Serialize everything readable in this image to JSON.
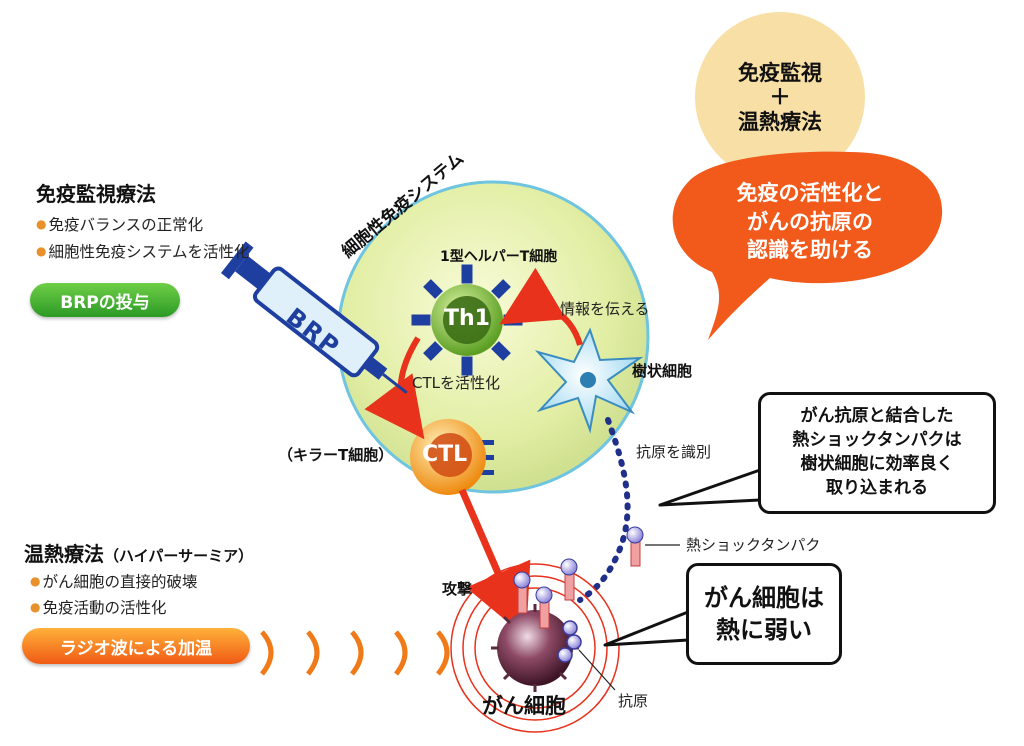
{
  "left_top": {
    "title": "免疫監視療法",
    "bullets": [
      "免疫バランスの正常化",
      "細胞性免疫システムを活性化"
    ],
    "pill": "BRPの投与"
  },
  "left_bottom": {
    "title": "温熱療法",
    "title_sub": "（ハイパーサーミア）",
    "bullets": [
      "がん細胞の直接的破壊",
      "免疫活動の活性化"
    ],
    "pill": "ラジオ波による加温"
  },
  "syringe_label": "BRP",
  "immune_system": {
    "arc_label": "細胞性免疫システム",
    "th1_name": "1型ヘルパーT細胞",
    "th1_label": "Th1",
    "info_label": "情報を伝える",
    "dendritic_label": "樹状細胞",
    "ctl_activate_label": "CTLを活性化",
    "killer_label": "（キラーT細胞）",
    "ctl_label": "CTL"
  },
  "labels": {
    "antigen_recognize": "抗原を識別",
    "hsp": "熱ショックタンパク",
    "attack": "攻撃",
    "cancer_cell": "がん細胞",
    "antigen": "抗原"
  },
  "top_circle": {
    "line1": "免疫監視",
    "line2": "＋",
    "line3": "温熱療法"
  },
  "bubble": {
    "line1": "免疫の活性化と",
    "line2": "がんの抗原の",
    "line3": "認識を助ける"
  },
  "box_hsp": {
    "line1": "がん抗原と結合した",
    "line2": "熱ショックタンパクは",
    "line3": "樹状細胞に効率良く",
    "line4": "取り込まれる"
  },
  "box_heat": {
    "line1": "がん細胞は",
    "line2": "熱に弱い"
  },
  "colors": {
    "sphere": "#e4efa8",
    "th1": "#7dbb3a",
    "ctl": "#f0a028",
    "arrow_red": "#e8321c",
    "cancer": "#7a3a52",
    "bubble": "#f25a1c",
    "top_circle": "#f7dfa6",
    "dots": "#1f2f8a"
  }
}
